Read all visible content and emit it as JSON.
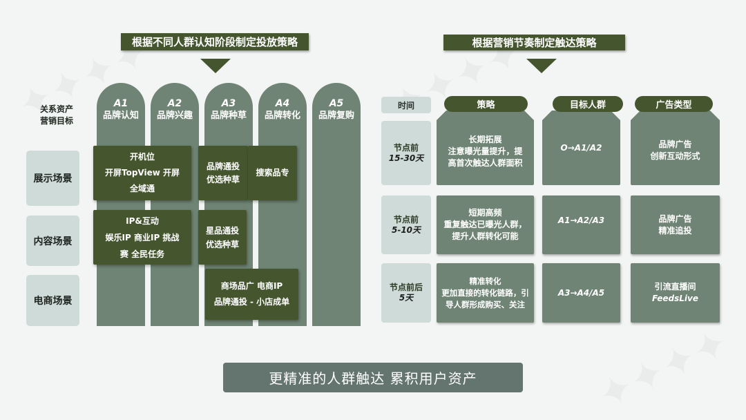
{
  "left_panel": {
    "title": "根据不同人群认知阶段制定投放策略",
    "goal_label_line1": "关系资产",
    "goal_label_line2": "营销目标",
    "stages": [
      {
        "code": "A1",
        "name": "品牌认知"
      },
      {
        "code": "A2",
        "name": "品牌兴趣"
      },
      {
        "code": "A3",
        "name": "品牌种草"
      },
      {
        "code": "A4",
        "name": "品牌转化"
      },
      {
        "code": "A5",
        "name": "品牌复购"
      }
    ],
    "rows": [
      {
        "label": "展示场景"
      },
      {
        "label": "内容场景"
      },
      {
        "label": "电商场景"
      }
    ],
    "boxes": {
      "display_a1a2": [
        "开机位",
        "开屏TopView 开屏",
        "全域通"
      ],
      "display_a3": [
        "品牌通投",
        "优选种草"
      ],
      "display_a4": [
        "搜索品专"
      ],
      "content_a1a2": [
        "IP&互动",
        "娱乐IP 商业IP 挑战",
        "赛 全民任务"
      ],
      "content_a3": [
        "星品通投",
        "优选种草"
      ],
      "ecom_a3a4": [
        "商场品广 电商IP",
        "品牌通投 - 小店成单"
      ]
    }
  },
  "right_panel": {
    "title": "根据营销节奏制定触达策略",
    "headers": {
      "time": "时间",
      "strategy": "策略",
      "target": "目标人群",
      "ad_type": "广告类型"
    },
    "rows": [
      {
        "time_line1": "节点前",
        "time_line2": "15-30天",
        "strategy": [
          "长期拓展",
          "注意曝光量提升，提",
          "高首次触达人群面积"
        ],
        "target": "O→A1/A2",
        "ad_type": [
          "品牌广告",
          "创新互动形式"
        ]
      },
      {
        "time_line1": "节点前",
        "time_line2": "5-10天",
        "strategy": [
          "短期高频",
          "重复触达已曝光人群，",
          "提升人群转化可能"
        ],
        "target": "A1→A2/A3",
        "ad_type": [
          "品牌广告",
          "精准追投"
        ]
      },
      {
        "time_line1": "节点前后",
        "time_line2": "5天",
        "strategy": [
          "精准转化",
          "更加直接的转化链路，引",
          "导人群形成购买、关注"
        ],
        "target": "A3→A4/A5",
        "ad_type": [
          "引流直播间",
          "FeedsLive"
        ]
      }
    ]
  },
  "footer": {
    "tagline": "更精准的人群触达 累积用户资产"
  },
  "colors": {
    "dark_green": "#45562f",
    "sage_gray": "#6f8474",
    "pale_label": "#cfdbd8",
    "footer_bar": "#647570",
    "background": "#f3f5f4"
  }
}
